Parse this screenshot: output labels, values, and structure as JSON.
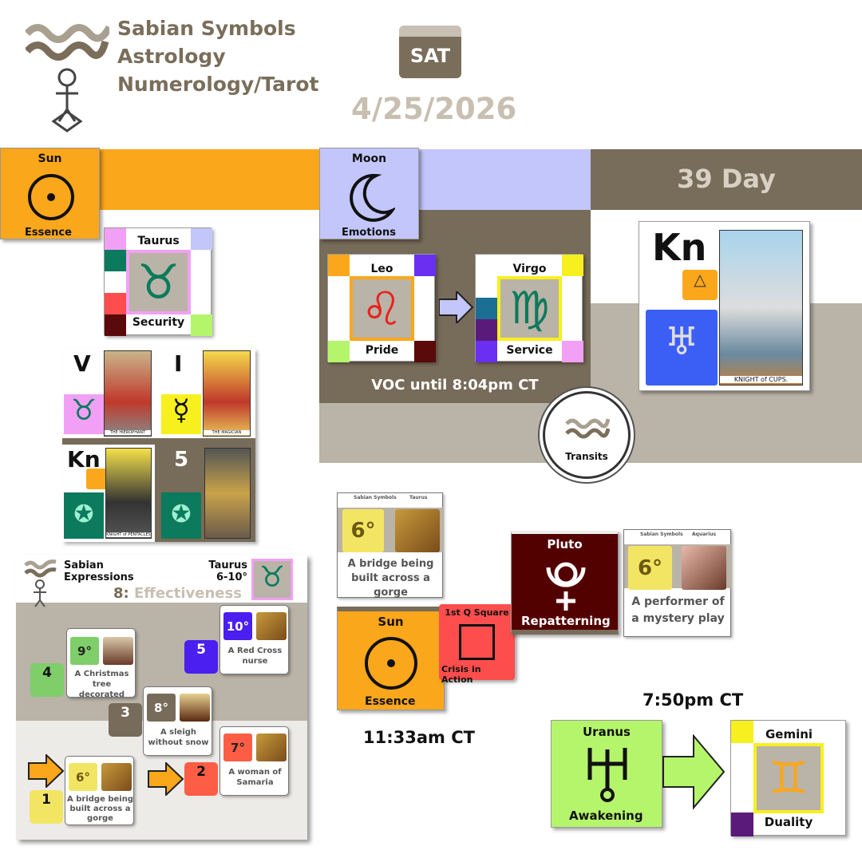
{
  "header": {
    "brand_lines": [
      "Sabian Symbols",
      "Astrology",
      "Numerology/Tarot"
    ],
    "weekday": "SAT",
    "date": "4/25/2026",
    "day_count": "39 Day"
  },
  "sun": {
    "title": "Sun",
    "keyword": "Essence",
    "color": "#fba71c"
  },
  "moon": {
    "title": "Moon",
    "keyword": "Emotions",
    "color": "#c3c6fb"
  },
  "sun_sign": {
    "sign": "Taurus",
    "keyword": "Security",
    "glyph": "♉"
  },
  "tarot_left": [
    {
      "label": "V",
      "card": "THE HIEROPHANT"
    },
    {
      "label": "I",
      "card": "THE MAGICIAN"
    },
    {
      "label": "Kn",
      "card": "KNIGHT of PENTACLES"
    },
    {
      "label": "5",
      "card": ""
    }
  ],
  "moon_signs": {
    "from": {
      "sign": "Leo",
      "keyword": "Pride",
      "glyph": "♌"
    },
    "to": {
      "sign": "Virgo",
      "keyword": "Service",
      "glyph": "♍"
    },
    "voc": "VOC until 8:04pm CT"
  },
  "tarot_day": {
    "label": "Kn",
    "card": "KNIGHT of CUPS."
  },
  "transits_label": "Transits",
  "expressions": {
    "title_lines": [
      "Sabian",
      "Expressions"
    ],
    "sign": "Taurus",
    "range": "6-10°",
    "number": "8:",
    "theme": "Effectiveness",
    "items": [
      {
        "num": "1",
        "deg": "6°",
        "text": "A bridge being built across a gorge",
        "color": "#f3e564"
      },
      {
        "num": "2",
        "deg": "7°",
        "text": "A woman of Samaria",
        "color": "#fe5d45"
      },
      {
        "num": "3",
        "deg": "8°",
        "text": "A sleigh without snow",
        "color": "#776b59"
      },
      {
        "num": "4",
        "deg": "9°",
        "text": "A Christmas tree decorated",
        "color": "#7fce6a"
      },
      {
        "num": "5",
        "deg": "10°",
        "text": "A Red Cross nurse",
        "color": "#4a1ff0"
      }
    ]
  },
  "transit": {
    "sabian_card_brand": "Sabian Symbols",
    "sun_card": {
      "sign": "Taurus",
      "deg": "6°",
      "text": "A bridge being built across a gorge"
    },
    "aspect": {
      "name": "1st Q Square",
      "keyword": "Crisis in Action"
    },
    "sun": {
      "title": "Sun",
      "keyword": "Essence",
      "time": "11:33am CT"
    },
    "pluto": {
      "title": "Pluto",
      "keyword": "Repatterning"
    },
    "pluto_card": {
      "sign": "Aquarius",
      "deg": "6°",
      "text": "A performer of a mystery play"
    },
    "uranus": {
      "title": "Uranus",
      "keyword": "Awakening",
      "time": "7:50pm CT"
    },
    "gemini": {
      "sign": "Gemini",
      "keyword": "Duality",
      "glyph": "♊"
    }
  }
}
